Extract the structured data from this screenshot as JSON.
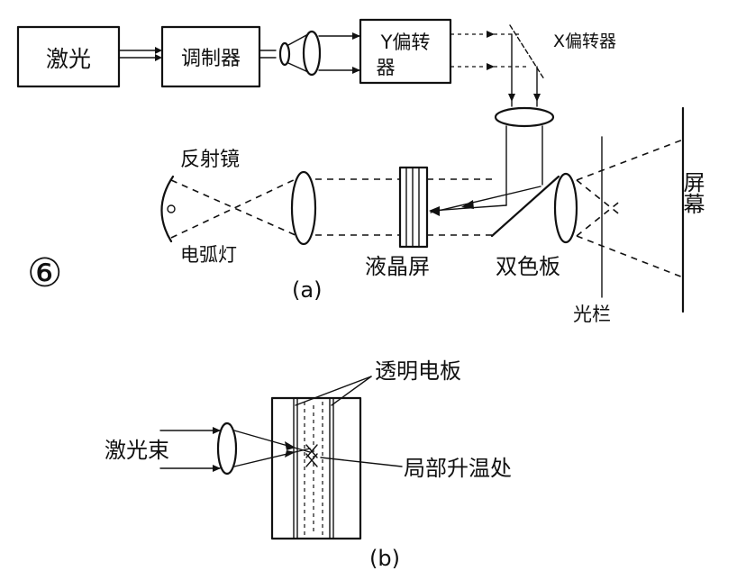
{
  "figure_number": "⑥",
  "part_a": {
    "caption": "(a)",
    "laser_box": "激光",
    "modulator_box": "调制器",
    "y_deflector_line1": "Y偏转",
    "y_deflector_line2": "器",
    "x_deflector": "X偏转器",
    "reflector": "反射镜",
    "arc_lamp": "电弧灯",
    "lcd_screen": "液晶屏",
    "dichroic_plate": "双色板",
    "aperture": "光栏",
    "projection_screen": "屏幕"
  },
  "part_b": {
    "caption": "(b)",
    "laser_beam": "激光束",
    "transparent_electrode": "透明电板",
    "local_heating_spot": "局部升温处"
  }
}
